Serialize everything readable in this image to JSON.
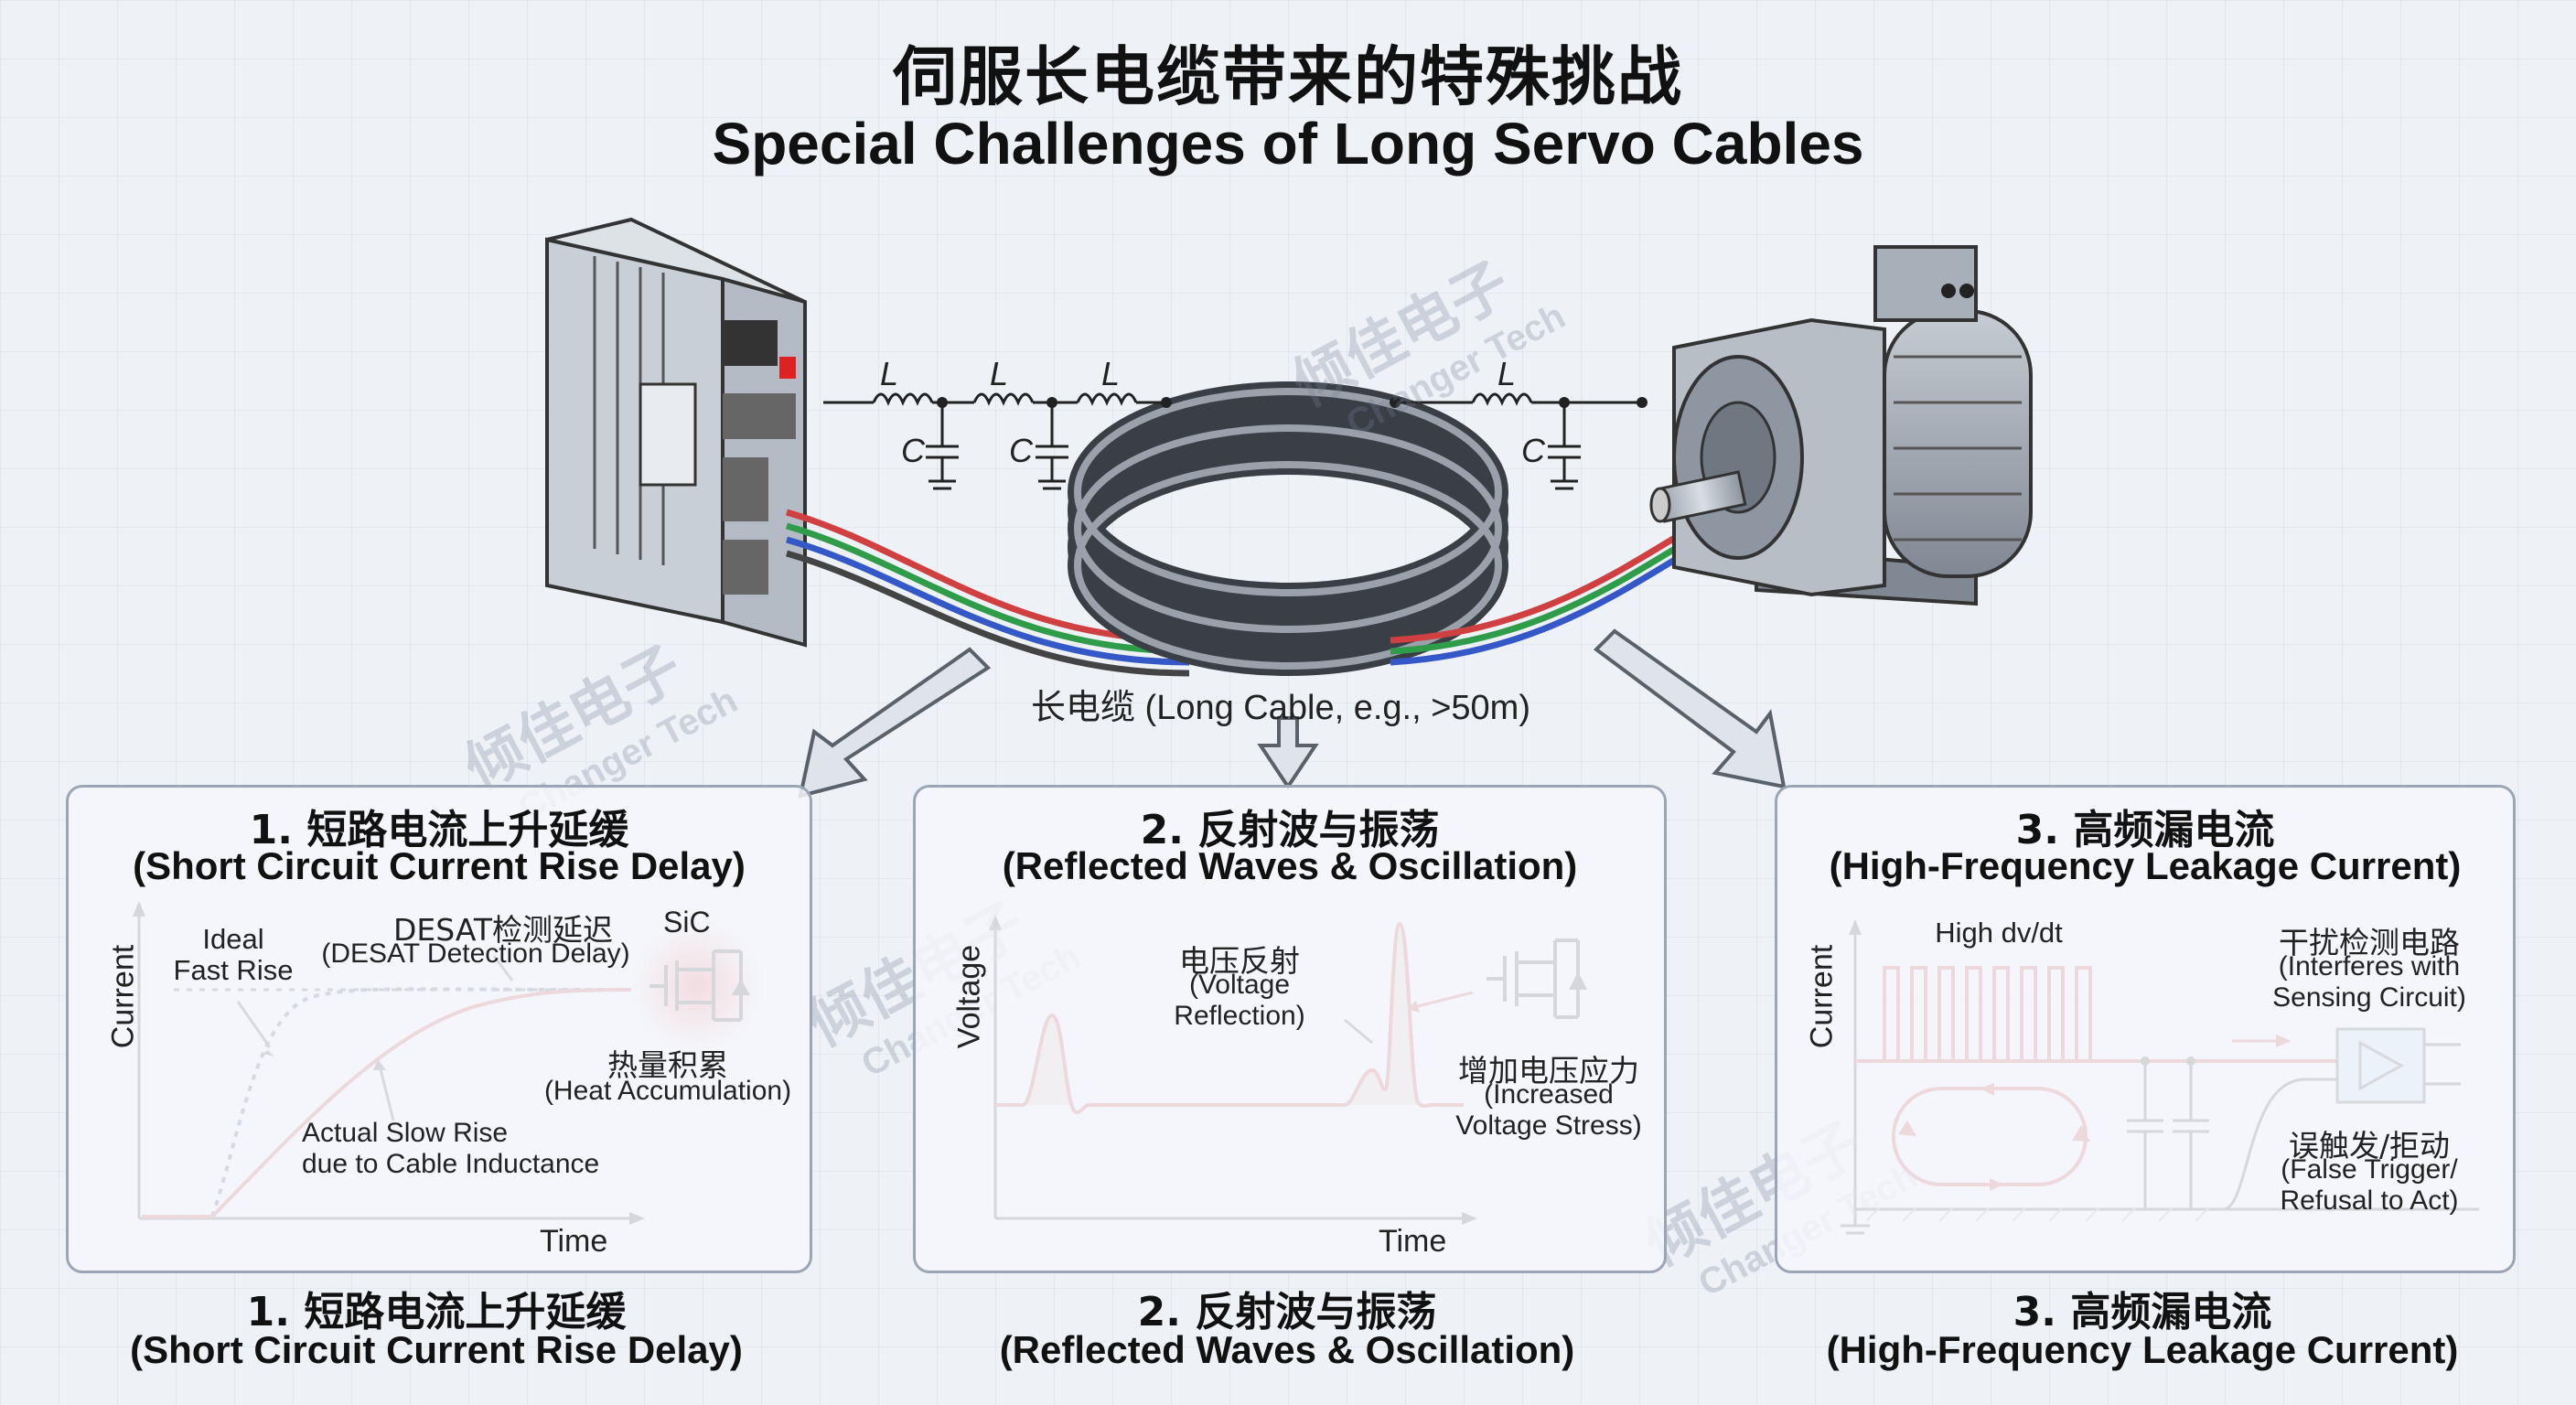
{
  "title": {
    "zh": "伺服长电缆带来的特殊挑战",
    "en": "Special Challenges of Long Servo Cables"
  },
  "cable_label": "长电缆 (Long Cable, e.g., >50m)",
  "lc_labels": {
    "L": "L",
    "C": "C"
  },
  "watermark": {
    "zh": "倾佳电子",
    "en": "Changer Tech"
  },
  "panels": [
    {
      "title_zh": "1. 短路电流上升延缓",
      "title_en": "(Short Circuit Current Rise Delay)",
      "y_axis": "Current",
      "x_axis": "Time",
      "ideal": "Ideal\nFast Rise",
      "desat_zh": "DESAT检测延迟",
      "desat_en": "(DESAT Detection Delay)",
      "sic": "SiC",
      "heat_zh": "热量积累",
      "heat_en": "(Heat Accumulation)",
      "actual": "Actual Slow Rise\ndue to Cable Inductance"
    },
    {
      "title_zh": "2. 反射波与振荡",
      "title_en": "(Reflected Waves & Oscillation)",
      "y_axis": "Voltage",
      "x_axis": "Time",
      "reflect_zh": "电压反射",
      "reflect_en": "(Voltage Reflection)",
      "stress_zh": "增加电压应力",
      "stress_en": "(Increased\nVoltage Stress)"
    },
    {
      "title_zh": "3. 高频漏电流",
      "title_en": "(High-Frequency Leakage Current)",
      "y_axis": "Current",
      "dvdt": "High dv/dt",
      "interf_zh": "干扰检测电路",
      "interf_en": "(Interferes with\nSensing Circuit)",
      "false_zh": "误触发/拒动",
      "false_en": "(False Trigger/\nRefusal to Act)"
    }
  ]
}
